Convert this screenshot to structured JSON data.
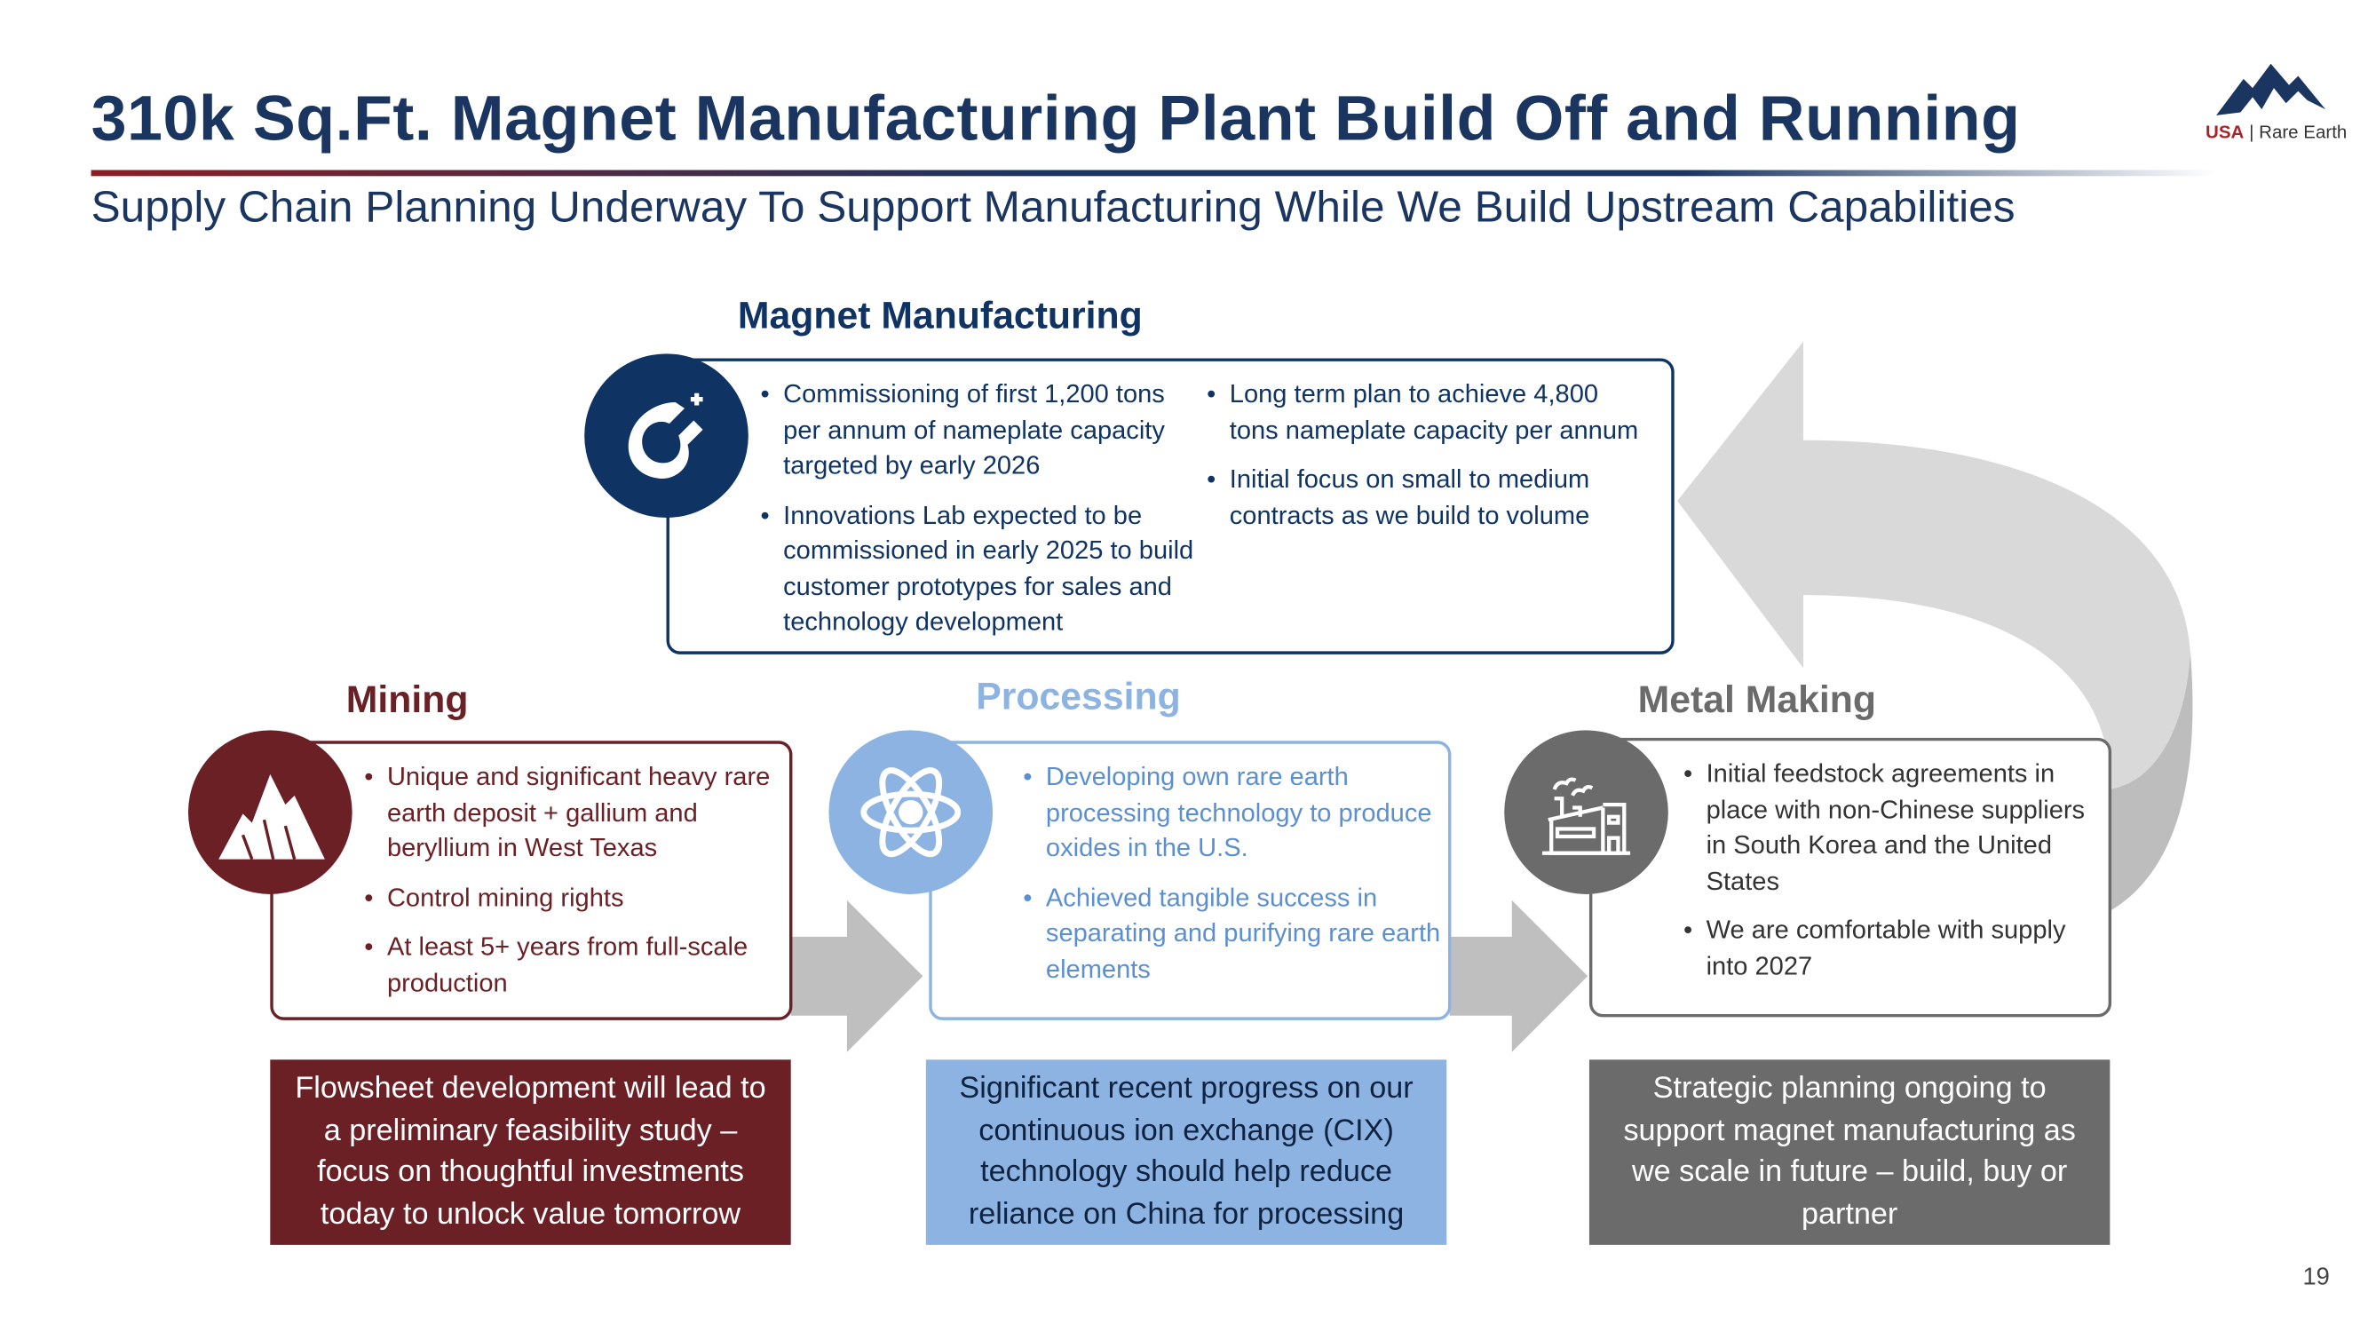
{
  "header": {
    "title": "310k Sq.Ft. Magnet Manufacturing Plant Build Off and Running",
    "subtitle": "Supply Chain Planning Underway To Support Manufacturing While We Build Upstream Capabilities"
  },
  "logo": {
    "brand": "USA",
    "name": "Rare Earth"
  },
  "colors": {
    "navy": "#0f3464",
    "maroon": "#6b2025",
    "light_blue": "#8db3e2",
    "gray": "#6b6b6b",
    "arrow": "#bfbfbf"
  },
  "magnet": {
    "heading": "Magnet Manufacturing",
    "icon": "magnet-icon",
    "col1": [
      "Commissioning of first 1,200 tons per annum of nameplate capacity targeted by early 2026",
      "Innovations Lab expected to be commissioned in early 2025 to build customer prototypes for sales and technology development"
    ],
    "col2": [
      "Long term plan to achieve 4,800 tons nameplate capacity per annum",
      "Initial focus on small to medium contracts as we build to volume"
    ]
  },
  "mining": {
    "heading": "Mining",
    "icon": "mountain-icon",
    "bullets": [
      "Unique and significant heavy rare earth deposit + gallium and beryllium in West Texas",
      "Control mining rights",
      "At least 5+ years from full-scale production"
    ],
    "note": "Flowsheet development will lead to a preliminary feasibility study – focus on thoughtful investments today to unlock value tomorrow"
  },
  "processing": {
    "heading": "Processing",
    "icon": "atom-icon",
    "bullets": [
      "Developing own rare earth processing technology to produce oxides in the U.S.",
      "Achieved tangible success in separating and purifying rare earth elements"
    ],
    "note": "Significant recent progress on our continuous ion exchange (CIX) technology should help reduce reliance on China for processing"
  },
  "metal": {
    "heading": "Metal Making",
    "icon": "factory-icon",
    "bullets": [
      "Initial feedstock agreements in place with non-Chinese suppliers in South Korea and the United States",
      "We are comfortable with supply into 2027"
    ],
    "note": "Strategic planning ongoing to support magnet manufacturing as we scale in future – build, buy or partner"
  },
  "page_number": "19"
}
